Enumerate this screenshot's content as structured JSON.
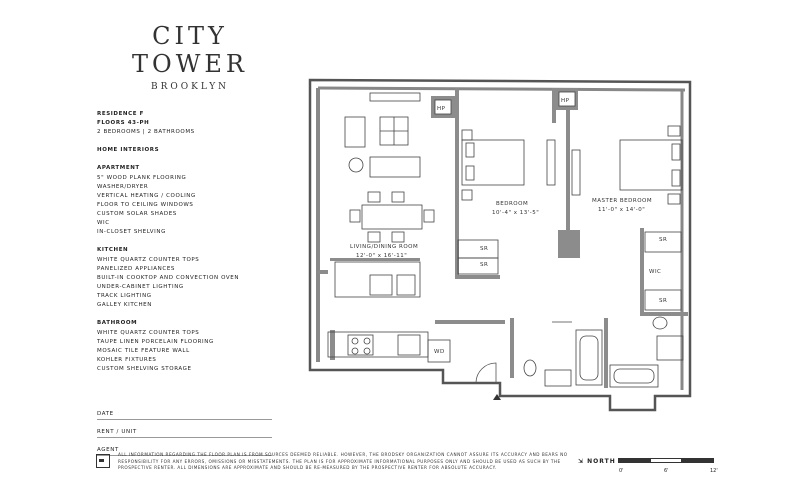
{
  "logo": {
    "line1": "CITY",
    "line2": "TOWER",
    "line3": "BROOKLYN"
  },
  "residence": {
    "name": "RESIDENCE F",
    "floors": "FLOORS 43-PH",
    "beds_baths": "2 BEDROOMS  |  2 BATHROOMS",
    "home_interiors": "HOME INTERIORS"
  },
  "sections": [
    {
      "title": "APARTMENT",
      "items": [
        "5\" WOOD PLANK FLOORING",
        "WASHER/DRYER",
        "VERTICAL HEATING / COOLING",
        "FLOOR TO CEILING WINDOWS",
        "CUSTOM SOLAR SHADES",
        "WIC",
        "IN-CLOSET SHELVING"
      ]
    },
    {
      "title": "KITCHEN",
      "items": [
        "WHITE QUARTZ COUNTER TOPS",
        "PANELIZED APPLIANCES",
        "BUILT-IN COOKTOP AND CONVECTION OVEN",
        "UNDER-CABINET LIGHTING",
        "TRACK LIGHTING",
        "GALLEY KITCHEN"
      ]
    },
    {
      "title": "BATHROOM",
      "items": [
        "WHITE QUARTZ COUNTER TOPS",
        "TAUPE LINEN PORCELAIN FLOORING",
        "MOSAIC TILE FEATURE WALL",
        "KOHLER FIXTURES",
        "CUSTOM SHELVING STORAGE"
      ]
    }
  ],
  "fields": [
    "DATE",
    "RENT / UNIT",
    "AGENT"
  ],
  "disclaimer": "ALL INFORMATION REGARDING THE FLOOR PLAN IS FROM SOURCES DEEMED RELIABLE. HOWEVER, THE BRODSKY ORGANIZATION CANNOT ASSURE ITS ACCURACY AND BEARS NO RESPONSIBILITY FOR ANY ERRORS, OMISSIONS OR MISSTATEMENTS. THE PLAN IS FOR APPROXIMATE INFORMATIONAL PURPOSES ONLY AND SHOULD BE USED AS SUCH BY THE PROSPECTIVE RENTER. ALL DIMENSIONS ARE APPROXIMATE AND SHOULD BE RE-MEASURED BY THE PROSPECTIVE RENTER FOR ABSOLUTE ACCURACY.",
  "north": "NORTH",
  "scale_labels": [
    "0'",
    "6'",
    "12'"
  ],
  "plan": {
    "living": {
      "name": "LIVING/DINING ROOM",
      "dims": "12'-0\" x 16'-11\""
    },
    "bedroom": {
      "name": "BEDROOM",
      "dims": "10'-4\" x 13'-5\""
    },
    "master": {
      "name": "MASTER BEDROOM",
      "dims": "11'-0\" x 14'-0\""
    },
    "hp1": "HP",
    "hp2": "HP",
    "sr1": "SR",
    "sr2": "SR",
    "sr3": "SR",
    "sr4": "SR",
    "wic": "WIC",
    "wd": "WD"
  },
  "colors": {
    "wall": "#8c8c8c",
    "line": "#333333"
  }
}
